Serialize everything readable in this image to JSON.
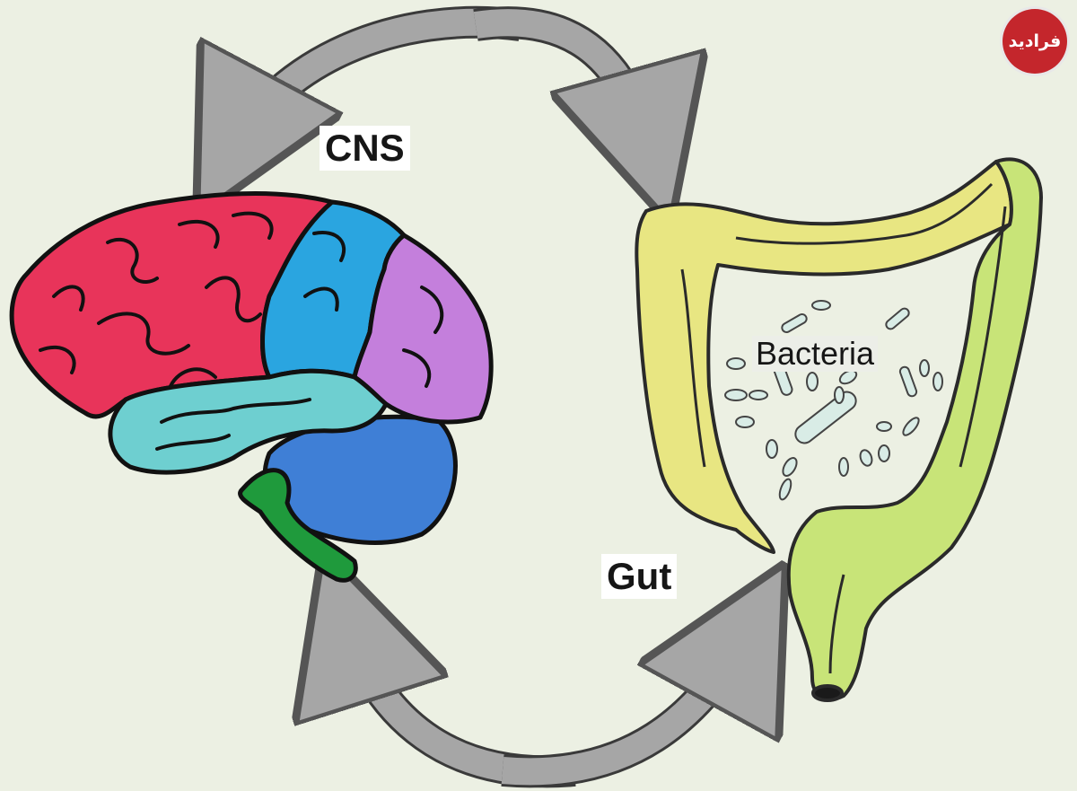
{
  "labels": {
    "cns": "CNS",
    "gut": "Gut",
    "bacteria": "Bacteria"
  },
  "logo": {
    "text": "فرادید",
    "color": "#c4262c"
  },
  "colors": {
    "background": "#ecf0e3",
    "frontal_lobe": "#e8345a",
    "parietal_lobe": "#2aa5e0",
    "occipital_lobe": "#c47fdc",
    "temporal_lobe": "#6ecfd0",
    "cerebellum": "#3f7fd6",
    "brainstem": "#1f9a3c",
    "colon_left": "#e8e682",
    "colon_right": "#c8e478",
    "arrow": "#a6a6a6"
  },
  "icons": [
    "brain-icon",
    "colon-icon",
    "bacteria-icon",
    "curved-arrow-icon"
  ]
}
